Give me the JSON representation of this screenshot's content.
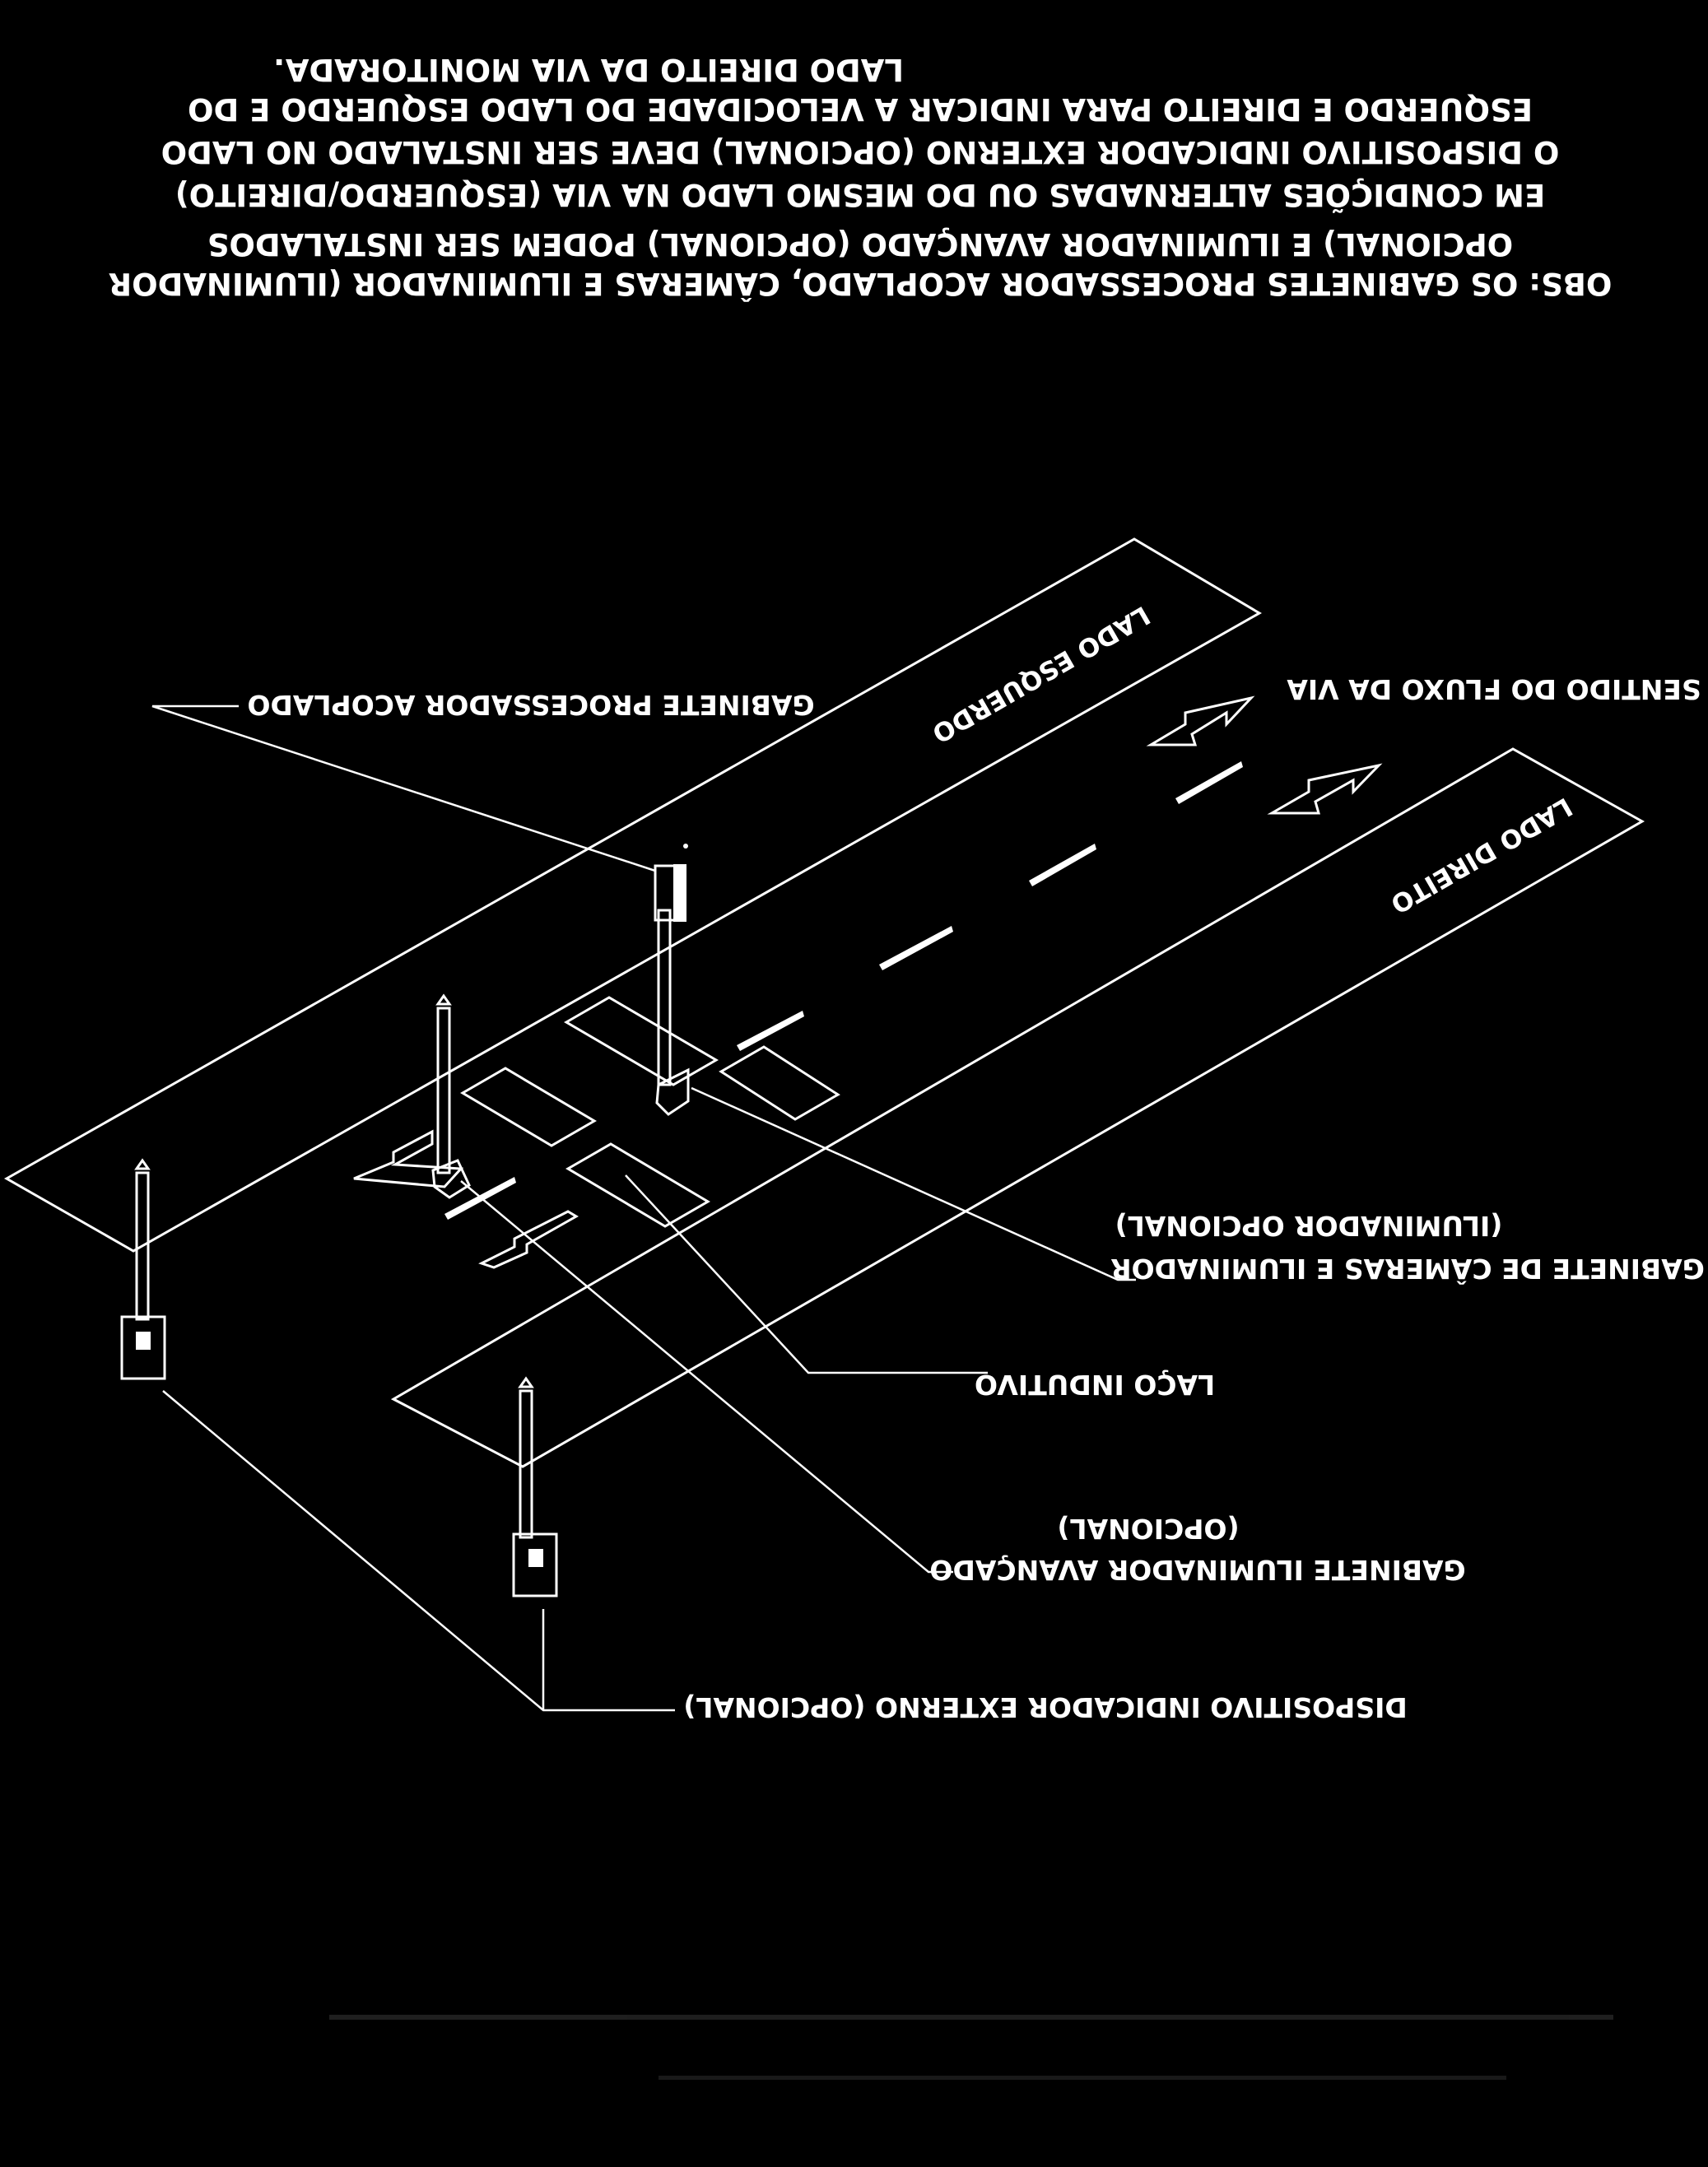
{
  "note": {
    "lines": [
      "OBS: OS GABINETES PROCESSADOR ACOPLADO, CÂMERAS E ILUMINADOR (ILUMINADOR",
      "OPCIONAL) E ILUMINADOR AVANÇADO (OPCIONAL) PODEM SER INSTALADOS",
      "EM CONDIÇÕES ALTERNADAS OU DO MESMO LADO NA VIA (ESQUERDO/DIREITO)",
      "O DISPOSITIVO INDICADOR EXTERNO (OPCIONAL) DEVE SER INSTALADO NO LADO",
      "ESQUERDO E DIREITO PARA INDICAR A VELOCIDADE DO LADO ESQUERDO E DO",
      "LADO DIREITO DA VIA MONITORADA."
    ]
  },
  "road_labels": {
    "left_side": "LADO ESQUERDO",
    "right_side": "LADO DIREITO",
    "flow": "SENTIDO DO FLUXO DA VIA"
  },
  "callouts": {
    "processor": "GABINETE PROCESSADOR ACOPLADO",
    "camera_line1": "GABINETE DE CÂMERAS E ILUMINADOR",
    "camera_line2": "(ILUMINADOR OPCIONAL)",
    "loop": "LAÇO INDUTIVO",
    "advanced_line1": "GABINETE ILUMINADOR AVANÇADO",
    "advanced_line2": "(OPCIONAL)",
    "external": "DISPOSITIVO INDICADOR EXTERNO (OPCIONAL)"
  },
  "colors": {
    "background": "#000000",
    "foreground": "#ffffff"
  }
}
